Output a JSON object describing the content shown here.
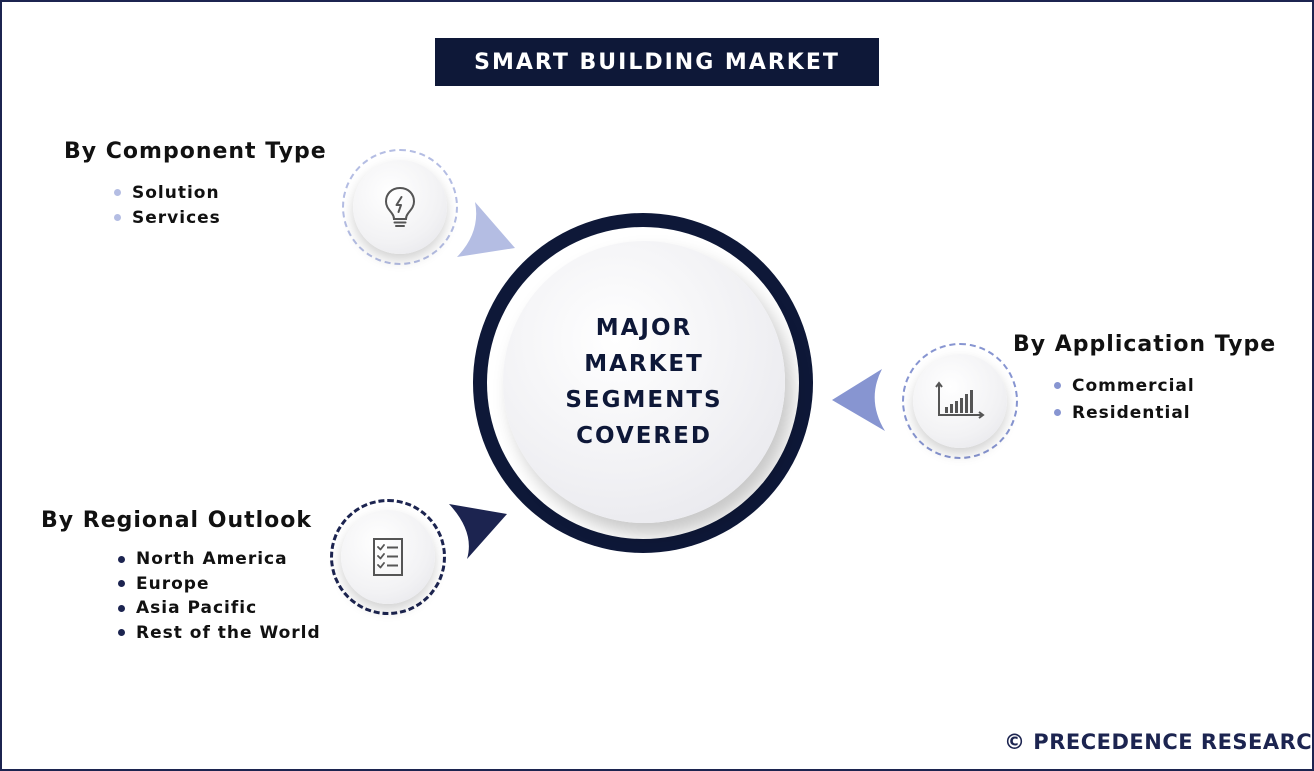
{
  "title": "SMART BUILDING MARKET",
  "center": {
    "lines": [
      "MAJOR",
      "MARKET",
      "SEGMENTS",
      "COVERED"
    ]
  },
  "segments": [
    {
      "title": "By Component Type",
      "icon": "lightbulb-icon",
      "items": [
        "Solution",
        "Services"
      ]
    },
    {
      "title": "By Application Type",
      "icon": "bar-chart-icon",
      "items": [
        "Commercial",
        "Residential"
      ]
    },
    {
      "title": "By Regional Outlook",
      "icon": "checklist-icon",
      "items": [
        "North America",
        "Europe",
        "Asia Pacific",
        "Rest of the World"
      ]
    }
  ],
  "colors": {
    "navy": "#0e1838",
    "light_accent": "#b4bde3",
    "mid_accent": "#8795d1",
    "dark_accent": "#1c2450"
  },
  "footer": "© PRECEDENCE RESEARCH"
}
